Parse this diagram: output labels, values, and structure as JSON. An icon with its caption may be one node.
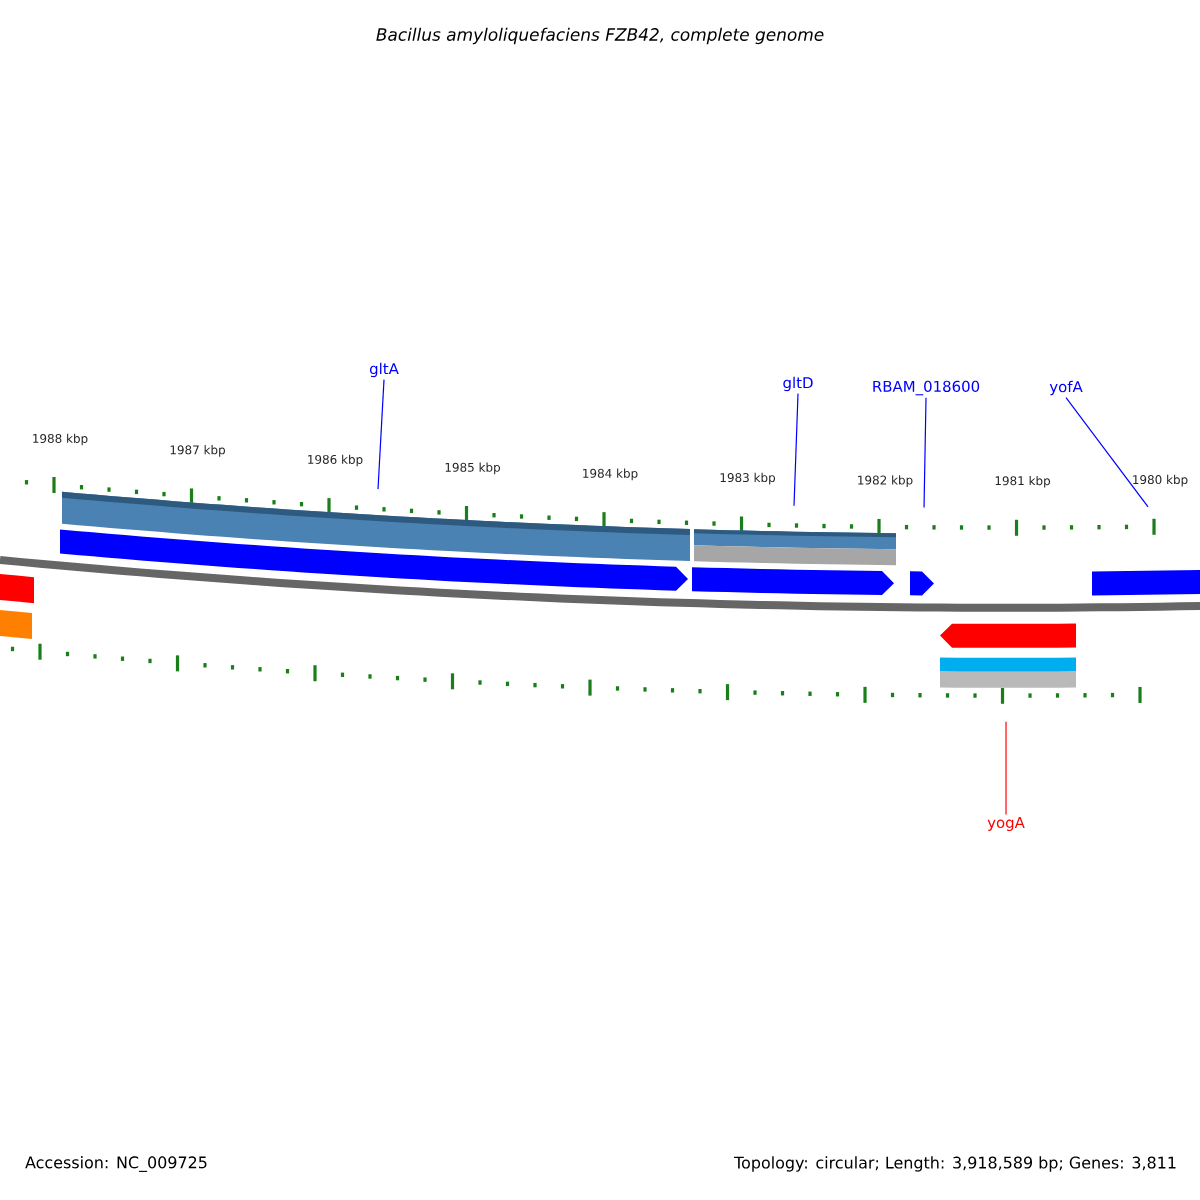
{
  "diagram": {
    "title": "Bacillus amyloliquefaciens FZB42, complete genome",
    "nodes": [
      {
        "text": [
          "gltA"
        ]
      },
      {
        "text": [
          "gltD"
        ]
      },
      {
        "text": [
          "RBAM_018600"
        ]
      },
      {
        "text": [
          "yofA"
        ]
      },
      {
        "text": [
          "yogA"
        ]
      }
    ],
    "edges": [
      {
        "from": 0,
        "to": null,
        "arrow": "none"
      },
      {
        "from": 1,
        "to": null,
        "arrow": "none"
      },
      {
        "from": 2,
        "to": null,
        "arrow": "none"
      },
      {
        "from": 3,
        "to": null,
        "arrow": "none"
      },
      {
        "from": 4,
        "to": null,
        "arrow": "none",
        "color": "#ff0000"
      }
    ],
    "labels": [
      "1988 kbp",
      "1987 kbp",
      "1986 kbp",
      "1985 kbp",
      "1984 kbp",
      "1983 kbp",
      "1982 kbp",
      "1981 kbp",
      "1980 kbp",
      "Accession: NC_009725",
      "Topology: circular; Length: 3,918,589 bp; Genes: 3,811"
    ]
  }
}
